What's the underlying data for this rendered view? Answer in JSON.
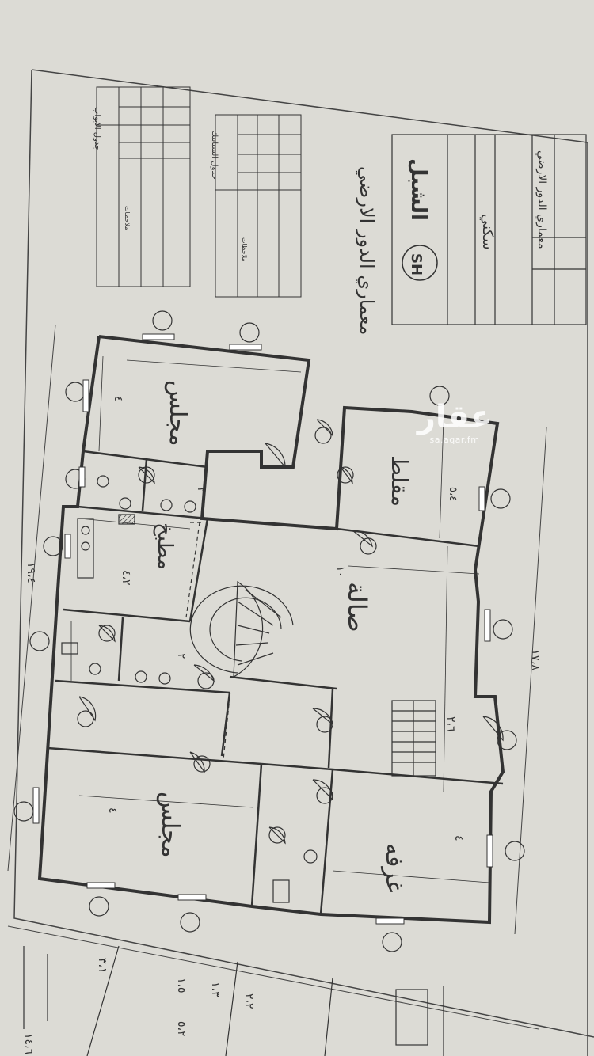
{
  "title_block": {
    "company_name": "الشبل",
    "logo_text": "SH",
    "drawing_title": "معماري الدور الارضي",
    "usage": "سكني"
  },
  "tables": {
    "doors_title": "جدول الابواب",
    "windows_title": "جدول الشبابيك",
    "notes_header": "ملاحظات"
  },
  "rooms": {
    "majlis_top": "مجلس",
    "kitchen": "مطبخ",
    "hall": "صالة",
    "mukallat": "مقلط",
    "majlis_bottom": "مجلس",
    "bedroom": "غرفه"
  },
  "dimensions": {
    "overall_top": "١٩،٤",
    "overall_bottom": "١٧،٨",
    "majlis_top_width": "٤",
    "kitchen_width": "٤،٢",
    "corridor_a": "٢",
    "corridor_b": "٢",
    "stair_width": "٢،٦",
    "hall_length": "١٠",
    "mukallat_width": "٥،٤",
    "majlis_bottom_width": "٤",
    "bedroom_width": "٤",
    "side_a": "٣،١",
    "side_b": "١،٥",
    "side_c": "١،٣",
    "side_d": "٢،٢",
    "side_e": "٥،٢",
    "side_f": "١٤،٦"
  },
  "watermark": {
    "logo": "عقار",
    "url": "sa.aqar.fm"
  },
  "colors": {
    "paper": "#dcdbd5",
    "ink": "#3a3a3a",
    "background": "#8d8c86"
  }
}
